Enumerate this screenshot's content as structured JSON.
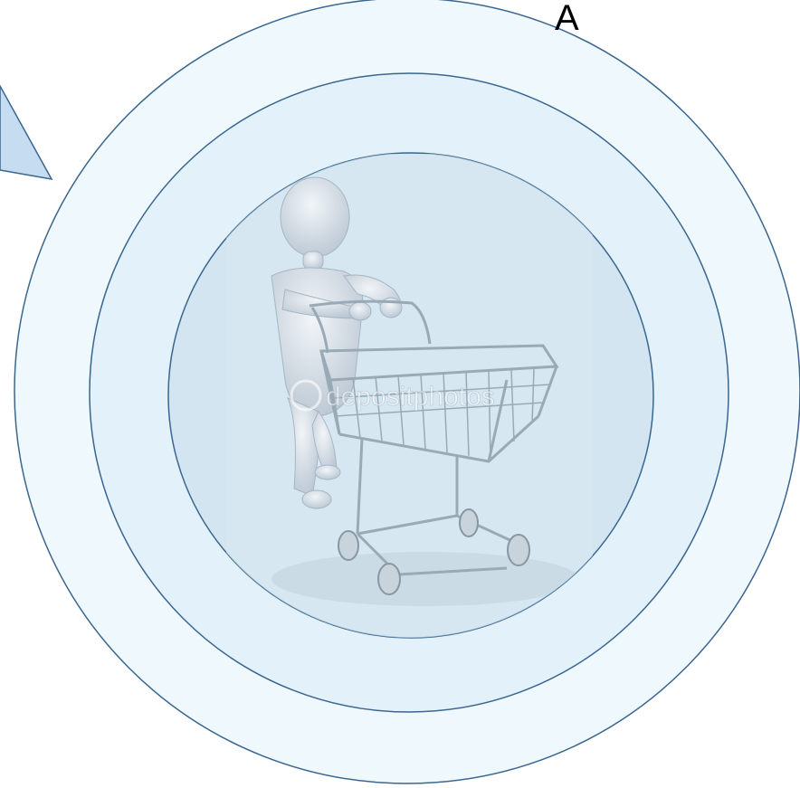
{
  "diagram": {
    "label": "A",
    "watermark_text": "depositphotos",
    "image_subject": "3d-person-pushing-shopping-cart",
    "colors": {
      "outer_ring_fill": "#eef8fd",
      "middle_ring_fill": "#e2f1fa",
      "inner_circle_fill": "#d3e5f1",
      "ring_stroke": "#3a6690",
      "triangle_fill": "#c5dcf1",
      "triangle_stroke": "#3a6690",
      "label_color": "#000000"
    }
  }
}
